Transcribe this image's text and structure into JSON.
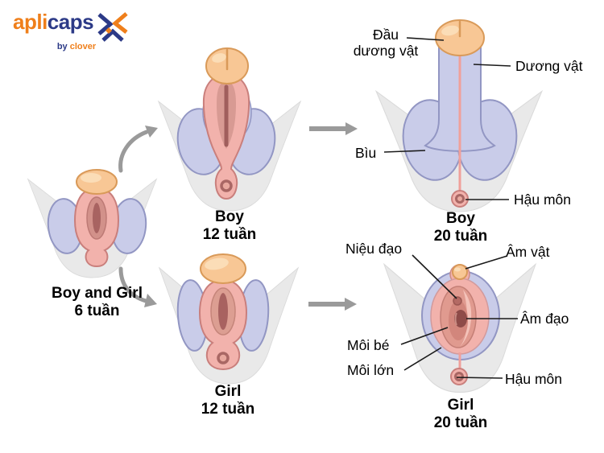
{
  "logo": {
    "word_part1": "apli",
    "word_part2": "caps",
    "byline_prefix": "by",
    "byline_brand": "clover"
  },
  "figures": {
    "week6": {
      "title": "Boy and Girl",
      "subtitle": "6 tuần"
    },
    "boy12": {
      "title": "Boy",
      "subtitle": "12 tuần"
    },
    "girl12": {
      "title": "Girl",
      "subtitle": "12 tuần"
    },
    "boy20": {
      "title": "Boy",
      "subtitle": "20 tuần"
    },
    "girl20": {
      "title": "Girl",
      "subtitle": "20 tuần"
    }
  },
  "annotations": {
    "boy20": {
      "glans_line1": "Đầu",
      "glans_line2": "dương vật",
      "penis": "Dương vật",
      "scrotum": "Bìu",
      "anus": "Hậu môn"
    },
    "girl20": {
      "urethra": "Niệu đạo",
      "clitoris": "Âm vật",
      "vagina": "Âm đạo",
      "labia_minora": "Môi bé",
      "labia_majora": "Môi lớn",
      "anus": "Hậu môn"
    }
  },
  "colors": {
    "logo_orange": "#ef7f1b",
    "logo_navy": "#2c3a87",
    "skin_orange": "#f8c795",
    "fold_pink": "#f2b2ac",
    "swelling_lavender": "#c9cce9",
    "background_gray": "#e9e9e9",
    "arrow_gray": "#9a9a9a"
  }
}
